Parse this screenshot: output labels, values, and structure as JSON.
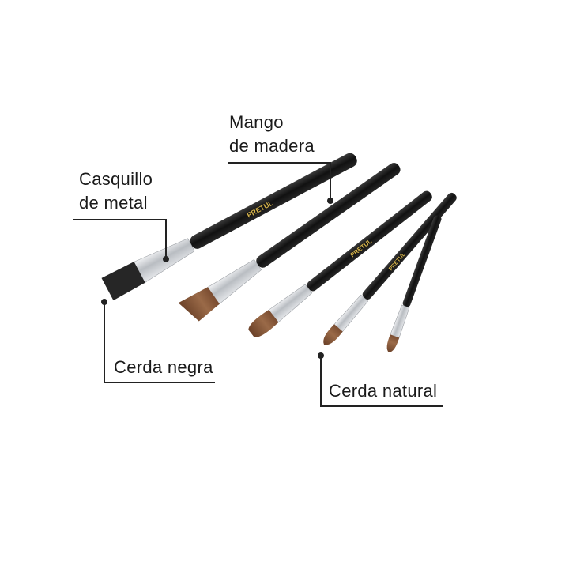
{
  "labels": {
    "mango": [
      "Mango",
      "de madera"
    ],
    "casquillo": [
      "Casquillo",
      "de metal"
    ],
    "cerda_negra": "Cerda negra",
    "cerda_natural": "Cerda natural"
  },
  "brand": "PRETUL",
  "colors": {
    "handle": "#1c1c1c",
    "ferrule": "#c9ccd0",
    "black_bristle": "#2a2a2a",
    "natural_bristle": "#8a5a3c",
    "brand_text": "#d4b24a",
    "leader_line": "#222222"
  },
  "brushes": [
    {
      "bristle": "black"
    },
    {
      "bristle": "natural"
    },
    {
      "bristle": "natural"
    },
    {
      "bristle": "natural"
    },
    {
      "bristle": "natural"
    }
  ]
}
